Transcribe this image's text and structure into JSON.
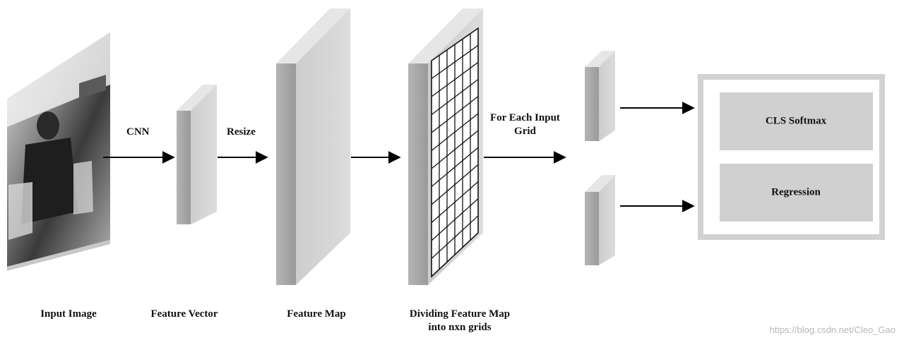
{
  "nodes": {
    "input_image": {
      "label": "Input Image"
    },
    "feature_vector": {
      "label": "Feature Vector"
    },
    "feature_map": {
      "label": "Feature Map"
    },
    "dividing_feature_map": {
      "label_line1": "Dividing Feature Map",
      "label_line2": "into nxn grids"
    },
    "cls_softmax": {
      "label": "CLS Softmax"
    },
    "regression": {
      "label": "Regression"
    }
  },
  "edges": {
    "cnn": {
      "label": "CNN"
    },
    "resize": {
      "label": "Resize"
    },
    "for_each_input_grid": {
      "label_line1": "For Each Input",
      "label_line2": "Grid"
    }
  },
  "watermark": "https://blog.csdn.net/Cleo_Gao",
  "colors": {
    "block_front": "#a7a7a7",
    "block_side": "#d4d4d4",
    "block_top": "#e4e4e4",
    "output_panel_border": "#d2d2d2",
    "output_box_fill": "#d0d0d0",
    "grid_line": "#111111",
    "arrow": "#000000"
  },
  "grid": {
    "columns": 6,
    "rows": 12
  }
}
